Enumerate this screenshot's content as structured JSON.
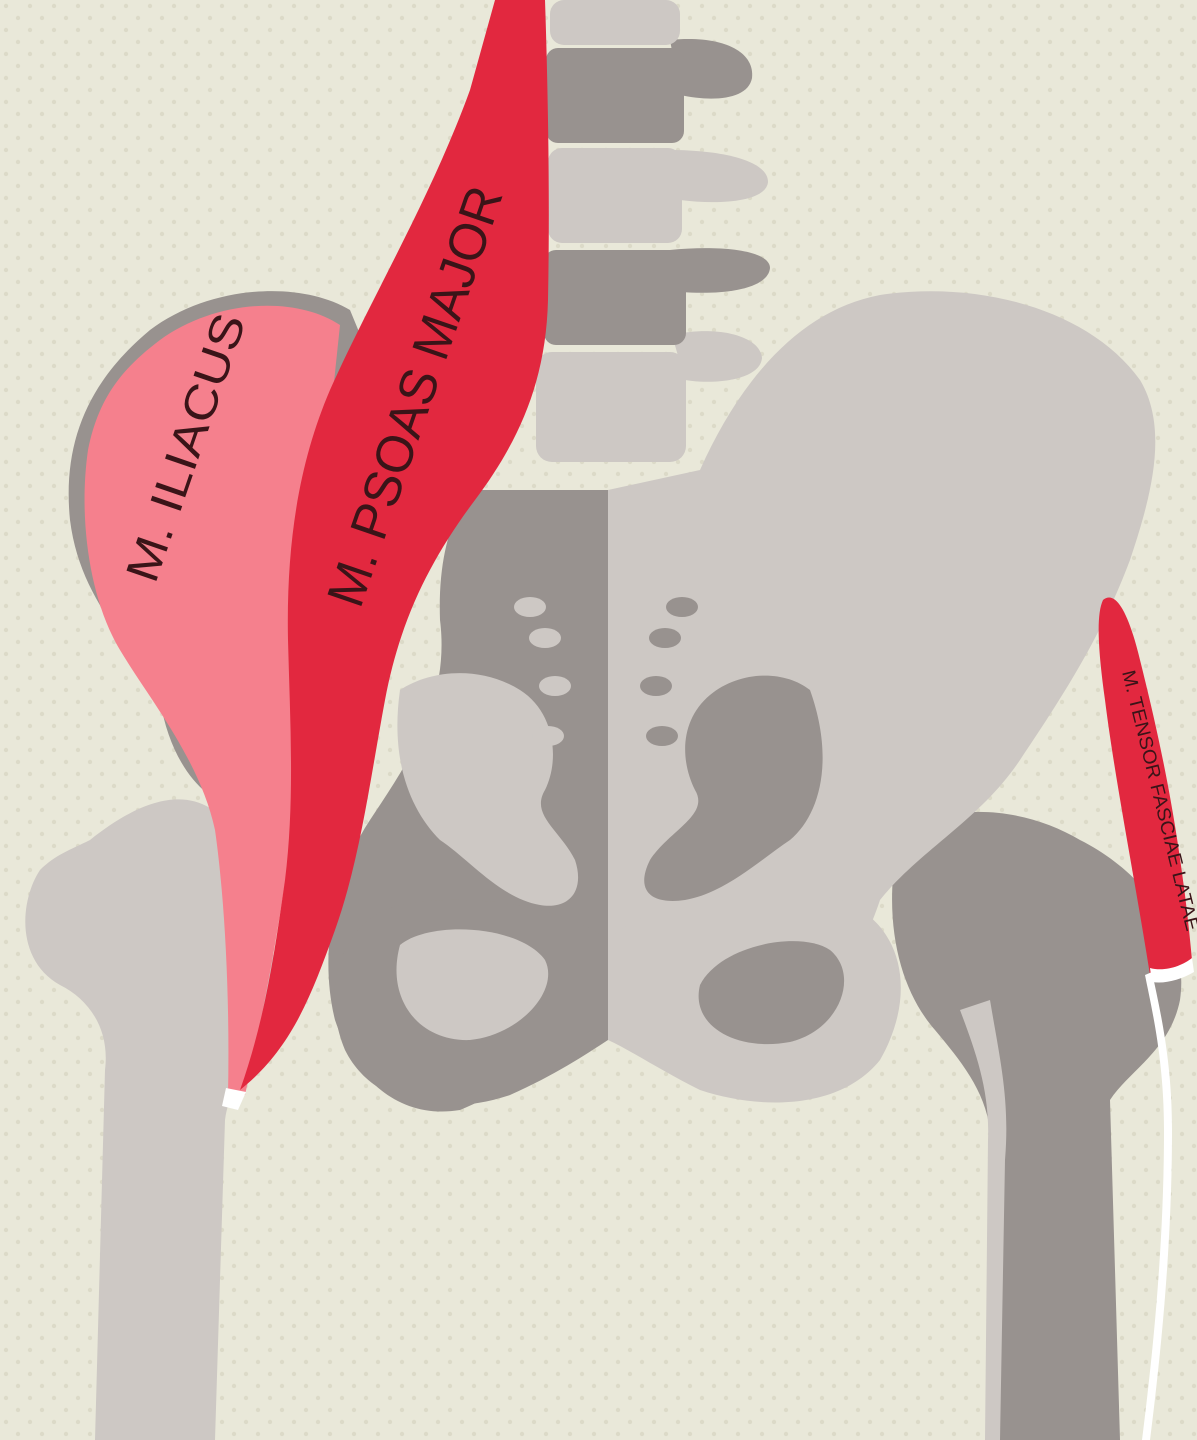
{
  "labels": {
    "iliacus": "M. ILIACUS",
    "psoas_major": "M. PSOAS MAJOR",
    "tensor_fasciae_latae": "M. TENSOR FASCIAE LATAE"
  },
  "colors": {
    "background": "#e9e8d9",
    "bone_light": "#cdc8c4",
    "bone_dark": "#98928f",
    "iliacus_muscle": "#f5808d",
    "psoas_muscle": "#e2283f",
    "tensor_muscle": "#e2283f",
    "tendon": "#ffffff",
    "label_text": "#3a1418"
  }
}
